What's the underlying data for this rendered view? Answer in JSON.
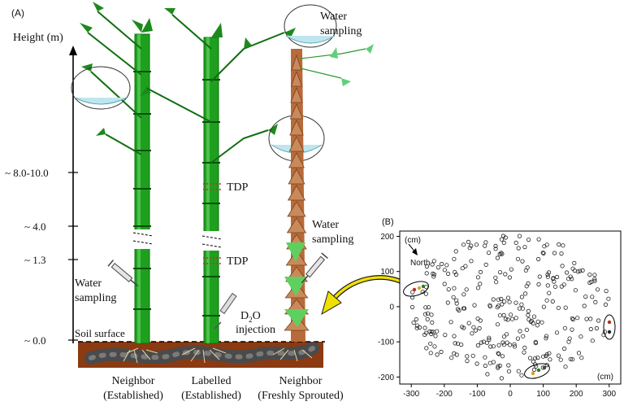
{
  "panel_a": {
    "label": "(A)",
    "y_axis_title": "Height (m)",
    "heights": {
      "h1": "~ 8.0-10.0",
      "h2": "~ 4.0",
      "h3": "~ 1.3",
      "h4": "~ 0.0"
    },
    "soil_label": "Soil surface",
    "tdp_upper": "TDP",
    "tdp_lower": "TDP",
    "water_sampling_top_1": "Water",
    "water_sampling_top_2": "sampling",
    "water_sampling_right_1": "Water",
    "water_sampling_right_2": "sampling",
    "water_sampling_left_1": "Water",
    "water_sampling_left_2": "sampling",
    "d2o_d": "D",
    "d2o_sub": "2",
    "d2o_o": "O",
    "injection": "injection",
    "captions": {
      "neighbor_est_1": "Neighbor",
      "neighbor_est_2": "(Established)",
      "labelled_1": "Labelled",
      "labelled_2": "(Established)",
      "neighbor_fresh_1": "Neighbor",
      "neighbor_fresh_2": "(Freshly Sprouted)"
    },
    "colors": {
      "culm": "#1ea01e",
      "culm_dark": "#0f6e0f",
      "shoot": "#b86a3a",
      "soil": "#8b3a12",
      "arrow": "#f0e000"
    }
  },
  "panel_b": {
    "label": "(B)",
    "unit_y": "(cm)",
    "unit_x": "(cm)",
    "north": "North",
    "x_ticks": [
      "-300",
      "-200",
      "-100",
      "0",
      "100",
      "200",
      "300"
    ],
    "y_ticks": [
      "200",
      "100",
      "0",
      "-100",
      "-200"
    ],
    "xlim": [
      -335,
      335
    ],
    "ylim": [
      -220,
      215
    ]
  }
}
